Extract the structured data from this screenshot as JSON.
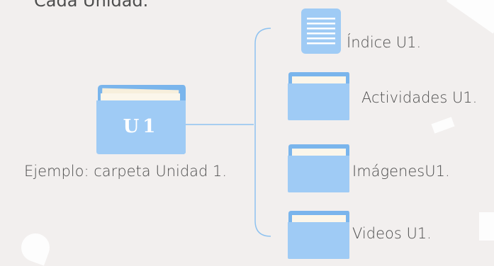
{
  "header": {
    "cut_text": "Cada Unidad."
  },
  "main_folder": {
    "badge": "U1",
    "caption": "Ejemplo: carpeta Unidad 1."
  },
  "items": [
    {
      "label": "Índice U1.",
      "icon": "document-icon"
    },
    {
      "label": "Actividades U1.",
      "icon": "folder-icon"
    },
    {
      "label": "ImágenesU1.",
      "icon": "folder-icon"
    },
    {
      "label": "Videos U1.",
      "icon": "folder-icon"
    }
  ],
  "colors": {
    "folder_front": "#9fcbf5",
    "folder_back": "#7ab5ec",
    "paper": "#f7efdc",
    "line": "#8ec2f0",
    "badge_text": "#ffffff"
  }
}
